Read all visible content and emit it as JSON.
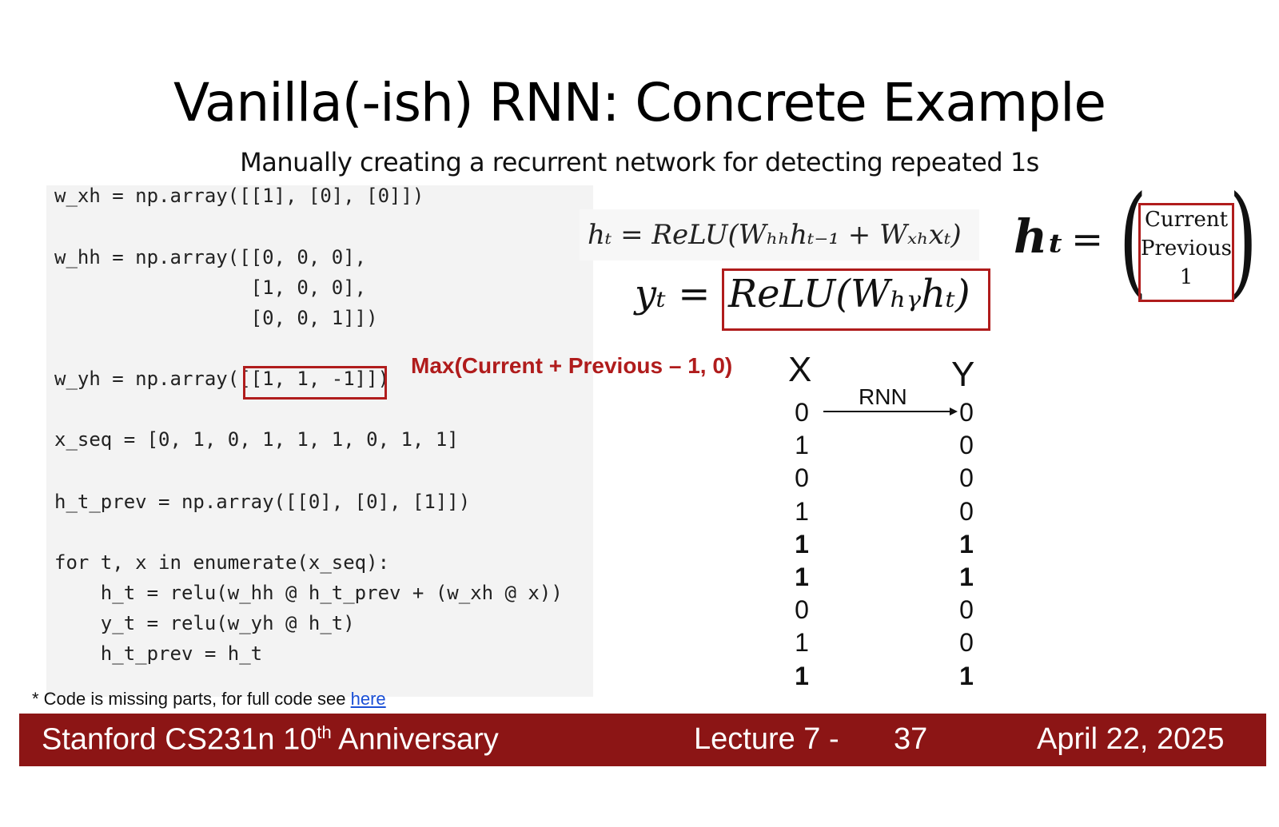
{
  "slide": {
    "title": "Vanilla(-ish) RNN: Concrete Example",
    "subtitle": "Manually creating a recurrent network for detecting repeated 1s"
  },
  "code": {
    "w_xh": "w_xh = np.array([[1], [0], [0]])",
    "w_hh_1": "w_hh = np.array([[0, 0, 0],",
    "w_hh_2": "                 [1, 0, 0],",
    "w_hh_3": "                 [0, 0, 1]])",
    "w_yh": "w_yh = np.array([[1, 1, -1]])",
    "x_seq": "x_seq = [0, 1, 0, 1, 1, 1, 0, 1, 1]",
    "h_t_prev": "h_t_prev = np.array([[0], [0], [1]])",
    "for_line": "for t, x in enumerate(x_seq):",
    "ht_line": "    h_t = relu(w_hh @ h_t_prev + (w_xh @ x))",
    "yt_line": "    y_t = relu(w_yh @ h_t)",
    "update_line": "    h_t_prev = h_t"
  },
  "annotation": {
    "max_note": "Max(Current + Previous – 1, 0)"
  },
  "footnote": {
    "text": "* Code is missing parts, for full code see ",
    "link": "here"
  },
  "equations": {
    "ht": "hₜ = ReLU(Wₕₕhₜ₋₁ + Wₓₕxₜ)",
    "yt_lhs": "yₜ =",
    "yt_rhs": "ReLU(Wₕᵧhₜ)",
    "ht_symbol": "hₜ",
    "equals": "=",
    "vector": [
      "Current",
      "Previous",
      "1"
    ]
  },
  "table": {
    "x_header": "X",
    "y_header": "Y",
    "arrow_label": "RNN",
    "x_values": [
      "0",
      "1",
      "0",
      "1",
      "1",
      "1",
      "0",
      "1",
      "1"
    ],
    "y_values": [
      "0",
      "0",
      "0",
      "0",
      "1",
      "1",
      "0",
      "0",
      "1"
    ]
  },
  "footer": {
    "course": "Stanford CS231n 10",
    "course_sup": "th",
    "course_tail": " Anniversary",
    "lecture": "Lecture 7 -",
    "page": "37",
    "date": "April 22, 2025"
  },
  "colors": {
    "accent_red": "#b01c1c",
    "footer_bg": "#8c1515",
    "code_bg": "#f3f3f3",
    "link": "#1a4fd6"
  }
}
